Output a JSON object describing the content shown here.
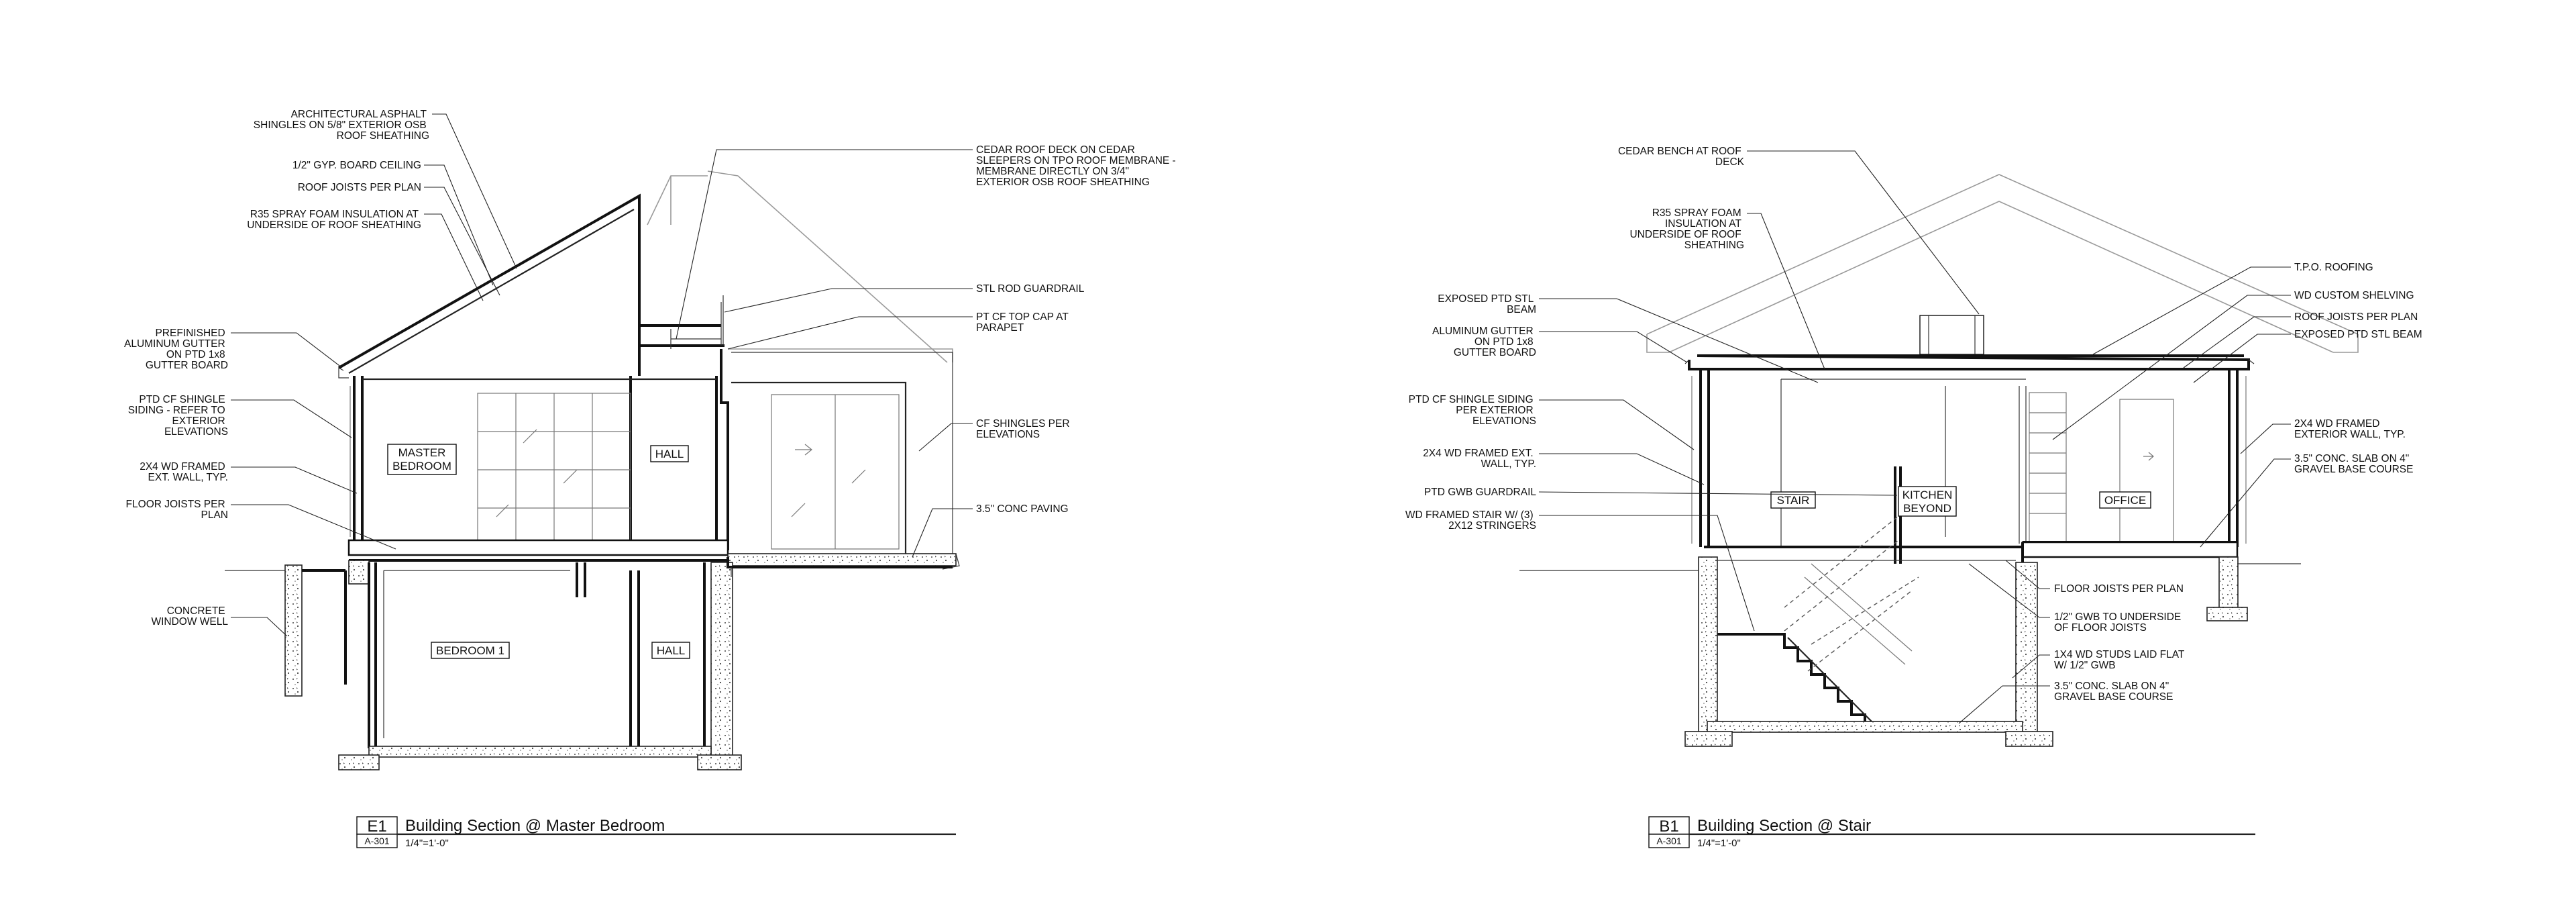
{
  "drawings": [
    {
      "tag": "E1",
      "sheet": "A-301",
      "title": "Building Section @ Master Bedroom",
      "scale": "1/4\"=1'-0\"",
      "rooms": [
        "MASTER BEDROOM",
        "HALL",
        "BEDROOM 1",
        "HALL"
      ],
      "notes_left": [
        "ARCHITECTURAL ASPHALT SHINGLES ON 5/8\" EXTERIOR OSB ROOF SHEATHING",
        "1/2\" GYP. BOARD CEILING",
        "ROOF JOISTS PER PLAN",
        "R35 SPRAY FOAM INSULATION AT UNDERSIDE OF ROOF SHEATHING",
        "PREFINISHED ALUMINUM GUTTER ON PTD 1x8 GUTTER BOARD",
        "PTD CF SHINGLE SIDING - REFER TO EXTERIOR ELEVATIONS",
        "2X4 WD FRAMED EXT. WALL, TYP.",
        "FLOOR JOISTS PER PLAN",
        "CONCRETE WINDOW WELL"
      ],
      "notes_right": [
        "CEDAR ROOF DECK ON CEDAR SLEEPERS ON TPO ROOF MEMBRANE - MEMBRANE DIRECTLY ON 3/4\" EXTERIOR OSB ROOF SHEATHING",
        "STL ROD GUARDRAIL",
        "PT CF TOP CAP AT PARAPET",
        "CF SHINGLES PER ELEVATIONS",
        "3.5\" CONC PAVING"
      ]
    },
    {
      "tag": "B1",
      "sheet": "A-301",
      "title": "Building Section @ Stair",
      "scale": "1/4\"=1'-0\"",
      "rooms": [
        "STAIR",
        "KITCHEN BEYOND",
        "OFFICE"
      ],
      "notes_left": [
        "CEDAR BENCH AT ROOF DECK",
        "R35 SPRAY FOAM INSULATION AT UNDERSIDE OF ROOF SHEATHING",
        "EXPOSED PTD STL BEAM",
        "ALUMINUM GUTTER ON PTD 1x8 GUTTER BOARD",
        "PTD CF SHINGLE SIDING PER EXTERIOR ELEVATIONS",
        "2X4 WD FRAMED EXT. WALL, TYP.",
        "PTD GWB GUARDRAIL",
        "WD FRAMED STAIR W/ (3) 2X12 STRINGERS"
      ],
      "notes_right": [
        "T.P.O. ROOFING",
        "WD CUSTOM SHELVING",
        "ROOF JOISTS PER PLAN",
        "EXPOSED PTD STL BEAM",
        "2X4 WD FRAMED EXTERIOR WALL, TYP.",
        "3.5\" CONC. SLAB ON 4\" GRAVEL BASE COURSE",
        "FLOOR JOISTS PER PLAN",
        "1/2\" GWB TO UNDERSIDE OF FLOOR JOISTS",
        "1X4 WD STUDS LAID FLAT W/ 1/2\" GWB",
        "3.5\" CONC. SLAB ON 4\" GRAVEL BASE COURSE"
      ]
    }
  ]
}
